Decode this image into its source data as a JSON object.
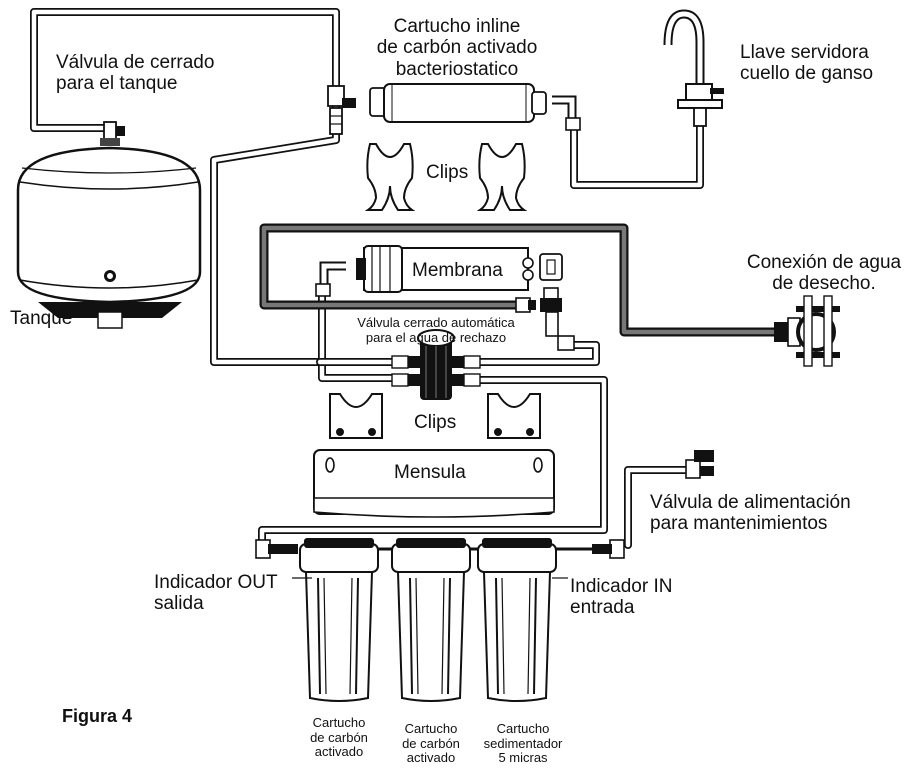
{
  "figure_label": "Figura 4",
  "labels": {
    "valvula_tanque": [
      "Válvula de cerrado",
      "para el tanque"
    ],
    "cartucho_inline": [
      "Cartucho inline",
      "de carbón activado",
      "bacteriostatico"
    ],
    "llave": [
      "Llave servidora",
      "cuello de ganso"
    ],
    "clips_top": "Clips",
    "membrana": "Membrana",
    "conexion_desecho": [
      "Conexión de agua",
      "de desecho."
    ],
    "tanque": "Tanque",
    "valvula_rechazo": [
      "Válvula cerrado automática",
      "para el agua de rechazo"
    ],
    "clips_bottom": "Clips",
    "mensula": "Mensula",
    "valvula_alimentacion": [
      "Válvula de alimentación",
      "para mantenimientos"
    ],
    "indicador_out": [
      "Indicador OUT",
      "salida"
    ],
    "indicador_in": [
      "Indicador IN",
      "entrada"
    ]
  },
  "cartridges": [
    {
      "lines": [
        "Cartucho",
        "de carbón",
        "activado"
      ]
    },
    {
      "lines": [
        "Cartucho",
        "de carbón",
        "activado"
      ]
    },
    {
      "lines": [
        "Cartucho",
        "sedimentador",
        "5 micras"
      ]
    }
  ]
}
